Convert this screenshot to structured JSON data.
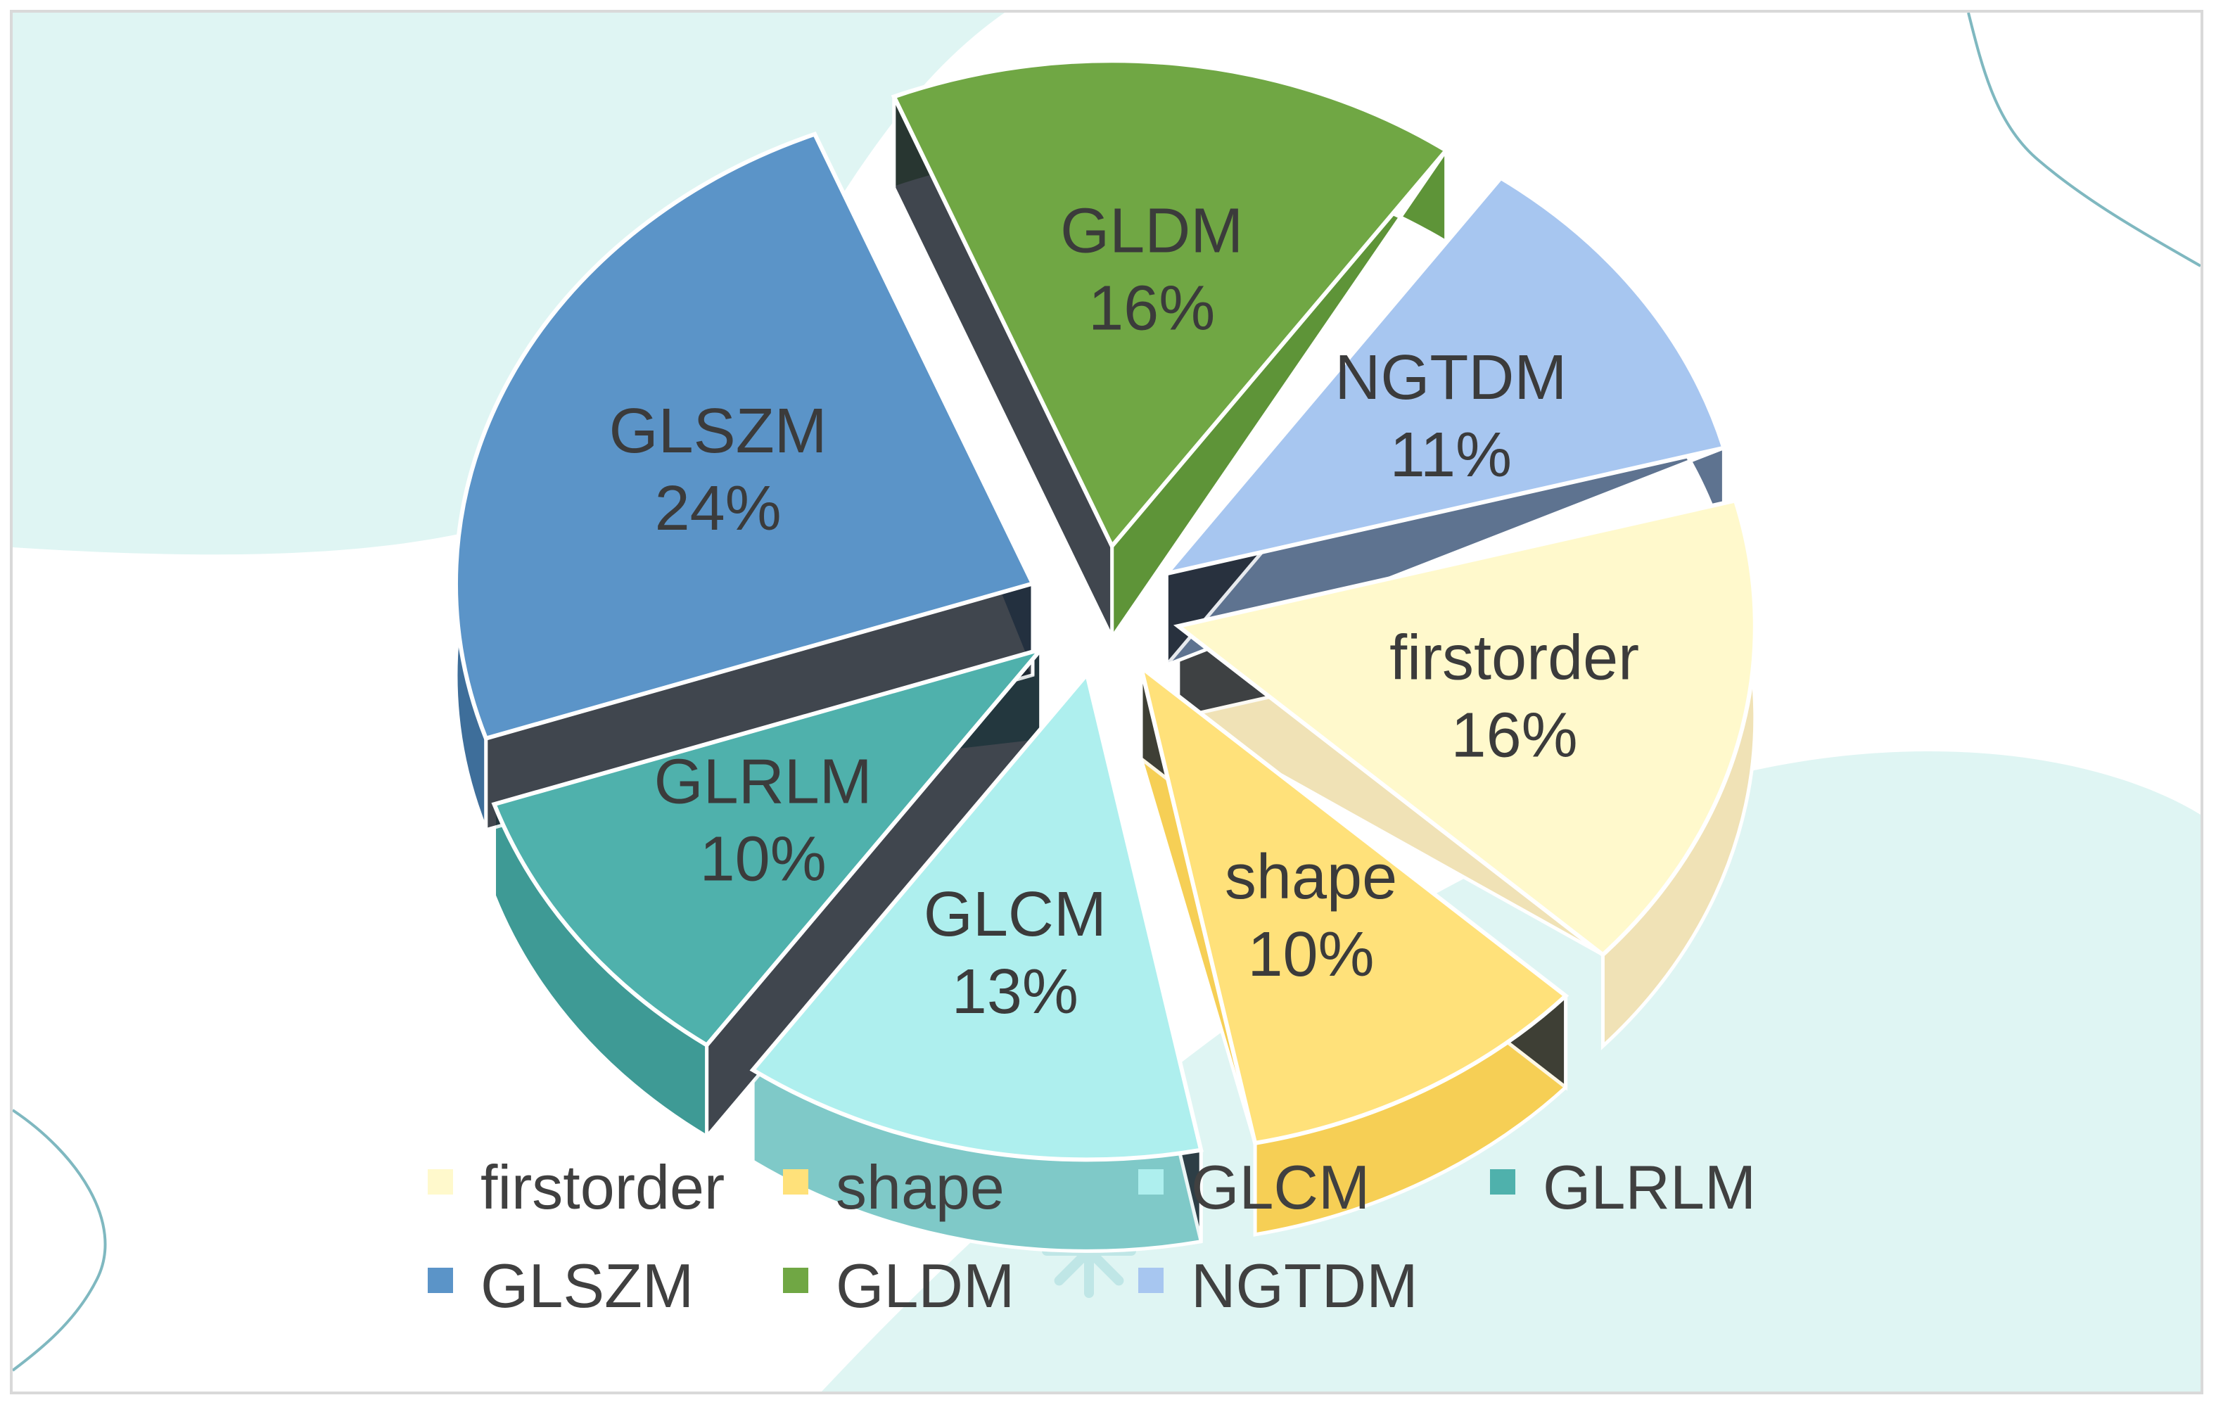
{
  "chart_data": {
    "type": "pie",
    "style": "3d-exploded",
    "slices": [
      {
        "label": "firstorder",
        "value": 16,
        "percent_label": "16%",
        "color": "#FFF9CC",
        "side_color": "#F0E2B6"
      },
      {
        "label": "shape",
        "value": 10,
        "percent_label": "10%",
        "color": "#FFE17A",
        "side_color": "#F6CF55"
      },
      {
        "label": "GLCM",
        "value": 13,
        "percent_label": "13%",
        "color": "#AEEFEE",
        "side_color": "#7FC9C8"
      },
      {
        "label": "GLRLM",
        "value": 10,
        "percent_label": "10%",
        "color": "#4FB1AC",
        "side_color": "#3E9A95"
      },
      {
        "label": "GLSZM",
        "value": 24,
        "percent_label": "24%",
        "color": "#5B94C8",
        "side_color": "#3E6E9A"
      },
      {
        "label": "GLDM",
        "value": 16,
        "percent_label": "16%",
        "color": "#70A744",
        "side_color": "#5E9438"
      },
      {
        "label": "NGTDM",
        "value": 11,
        "percent_label": "11%",
        "color": "#A7C6F0",
        "side_color": "#5E7390"
      }
    ],
    "legend": {
      "position": "bottom",
      "rows": [
        [
          "firstorder",
          "shape",
          "GLCM",
          "GLRLM"
        ],
        [
          "GLSZM",
          "GLDM",
          "NGTDM"
        ]
      ]
    }
  },
  "colors": {
    "background_accent": "#DFF5F3",
    "decor_line": "#7FB8C0",
    "text": "#3B3B3B",
    "frame_border": "#D9D9D9"
  }
}
